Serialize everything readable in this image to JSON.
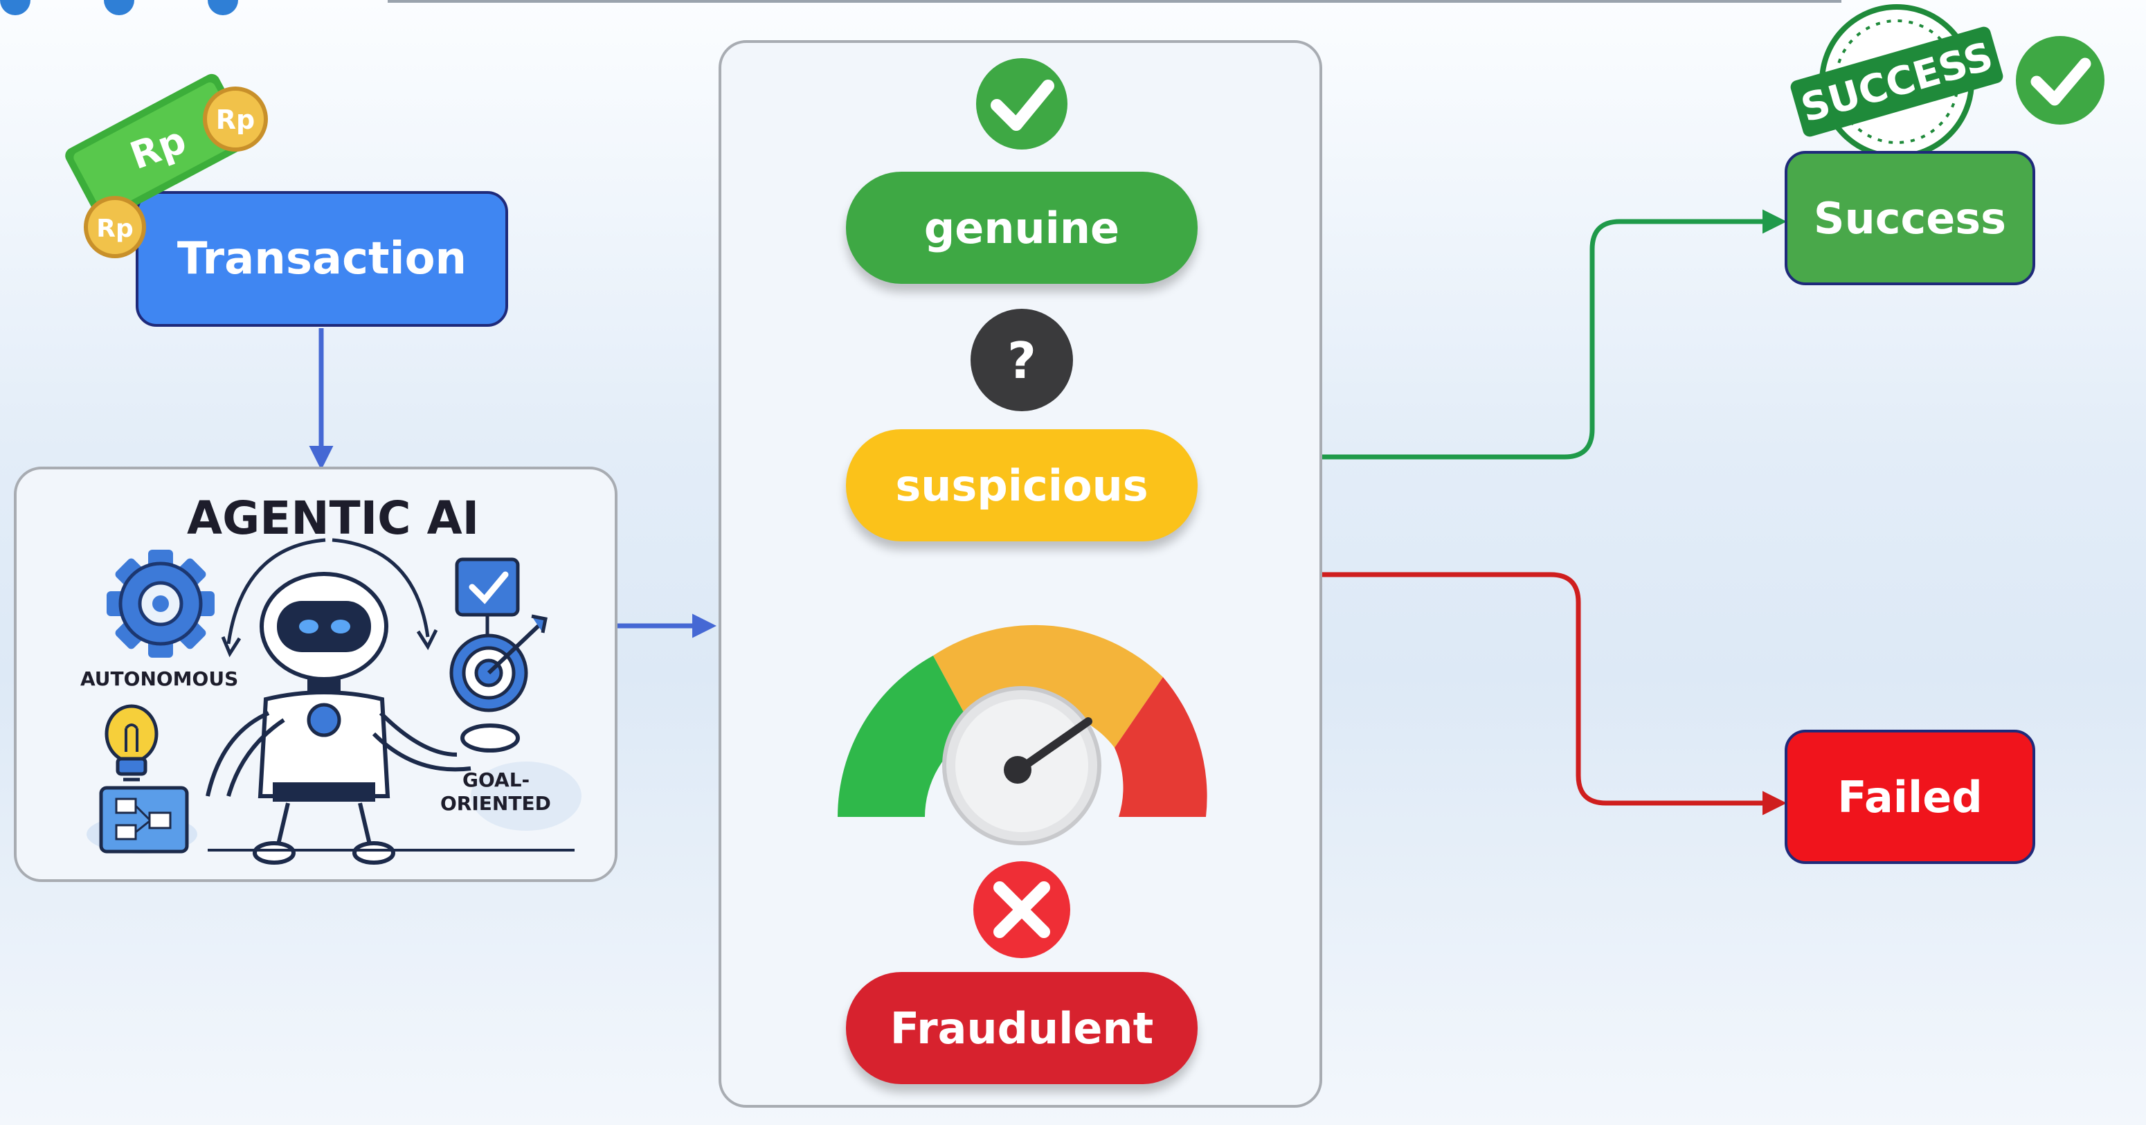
{
  "nodes": {
    "transaction": "Transaction",
    "agentic_title": "AGENTIC AI",
    "autonomous_label": "AUTONOMOUS",
    "goal_label_1": "GOAL-",
    "goal_label_2": "ORIENTED",
    "genuine": "genuine",
    "suspicious": "suspicious",
    "fraudulent": "Fraudulent",
    "success": "Success",
    "failed": "Failed",
    "question_mark": "?",
    "currency_coin": "Rp",
    "currency_note": "Rp",
    "stamp_text": "SUCCESS"
  },
  "colors": {
    "transaction": "#3f86f2",
    "genuine": "#3ea844",
    "suspicious": "#fbc21a",
    "fraudulent": "#d7222e",
    "success": "#49a84a",
    "failed": "#f0141c",
    "flow_blue": "#4568d4",
    "flow_green": "#1f9a4a",
    "flow_red": "#cf1e1e",
    "stamp_green": "#1f8a3a"
  },
  "icons": {
    "genuine_status": "check-circle-icon",
    "unknown_status": "question-circle-icon",
    "fraud_status": "x-circle-icon",
    "risk_meter": "gauge-icon",
    "money": "money-icon",
    "stamp": "success-stamp-icon",
    "success_check": "check-circle-icon"
  }
}
